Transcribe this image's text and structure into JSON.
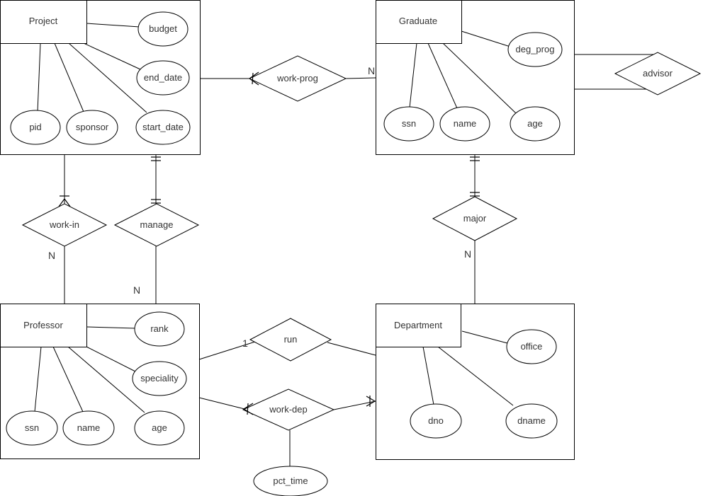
{
  "colors": {
    "stroke": "#000000",
    "fill": "#ffffff",
    "text": "#333333"
  },
  "entities": {
    "project": {
      "label": "Project"
    },
    "graduate": {
      "label": "Graduate"
    },
    "professor": {
      "label": "Professor"
    },
    "department": {
      "label": "Department"
    }
  },
  "attributes": {
    "project": {
      "budget": "budget",
      "end_date": "end_date",
      "pid": "pid",
      "sponsor": "sponsor",
      "start_date": "start_date"
    },
    "graduate": {
      "deg_prog": "deg_prog",
      "ssn": "ssn",
      "name": "name",
      "age": "age"
    },
    "professor": {
      "rank": "rank",
      "speciality": "speciality",
      "ssn": "ssn",
      "name": "name",
      "age": "age"
    },
    "department": {
      "office": "office",
      "dno": "dno",
      "dname": "dname"
    },
    "work_dep": {
      "pct_time": "pct_time"
    }
  },
  "relationships": {
    "work_prog": "work-prog",
    "advisor": "advisor",
    "work_in": "work-in",
    "manage": "manage",
    "major": "major",
    "run": "run",
    "work_dep": "work-dep"
  },
  "cardinalities": {
    "work_prog_graduate": "N",
    "work_in_professor": "N",
    "manage_professor": "N",
    "major_department": "N",
    "run_professor": "1"
  }
}
